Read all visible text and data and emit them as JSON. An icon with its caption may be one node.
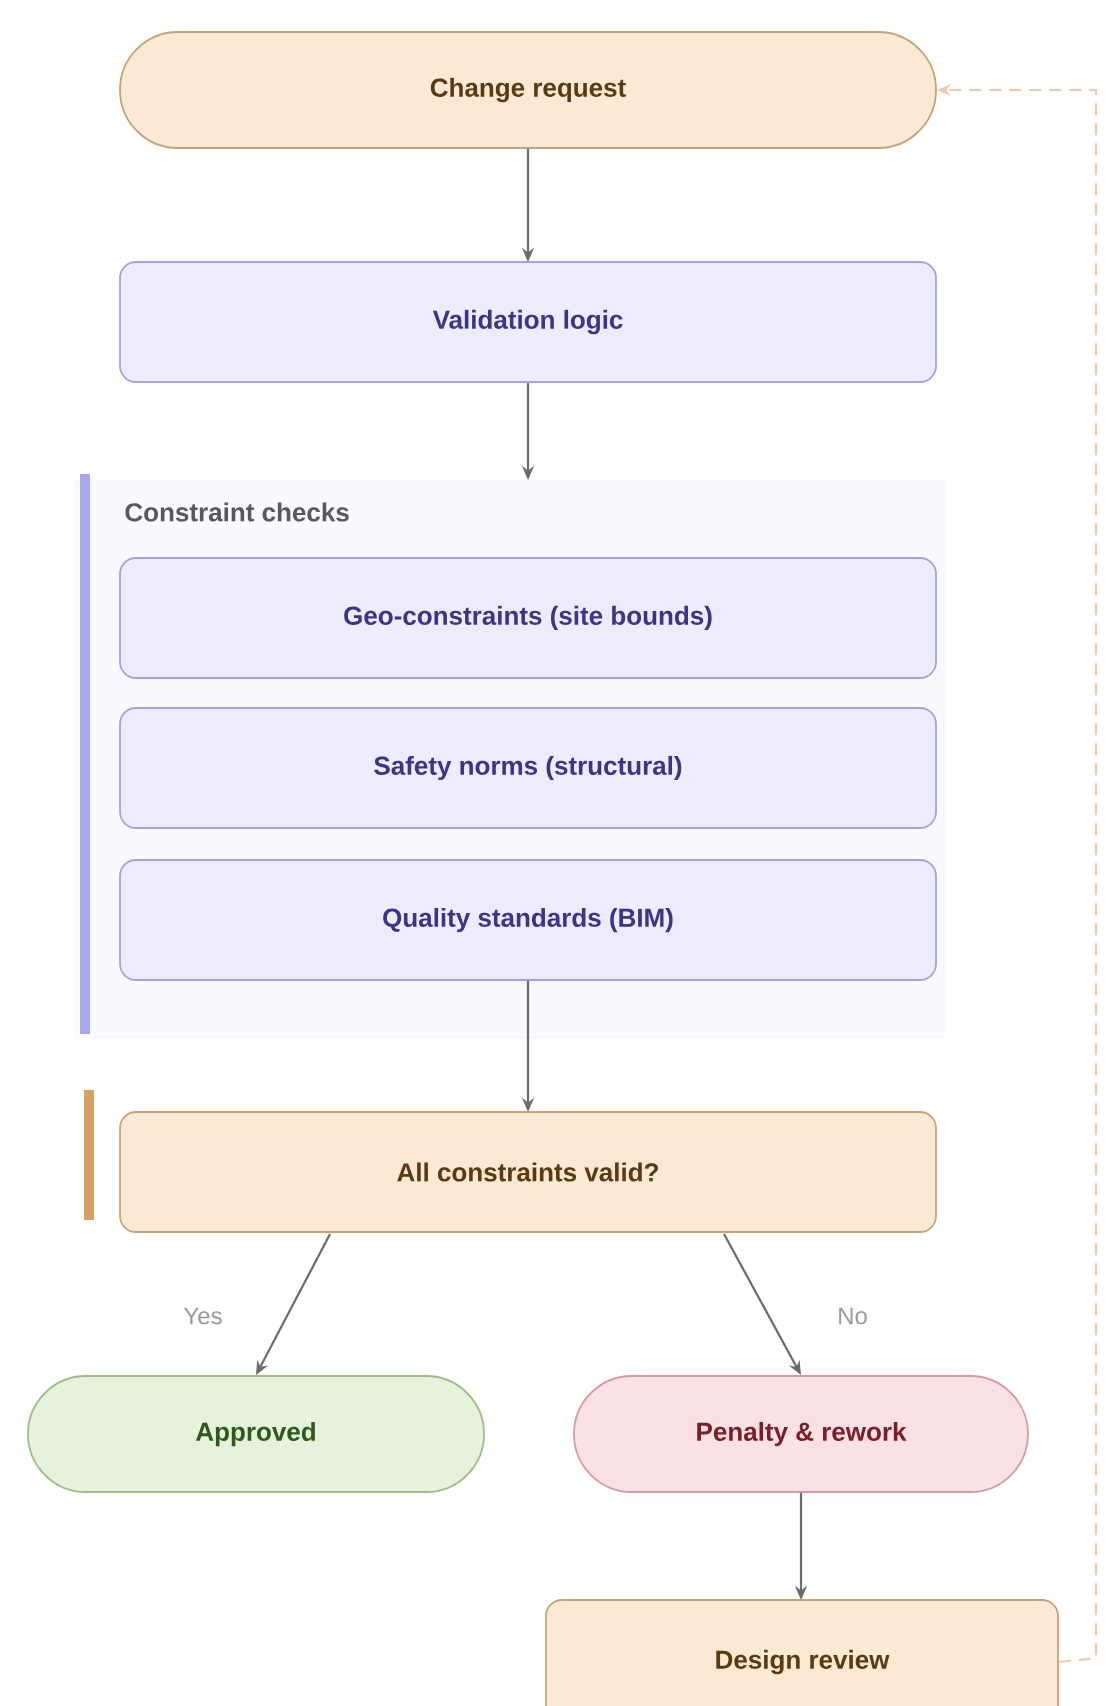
{
  "diagram": {
    "nodes": [
      {
        "text": [
          "Change request"
        ]
      },
      {
        "text": [
          "Validation logic"
        ]
      },
      {
        "text": [
          "Constraint checks"
        ]
      },
      {
        "text": [
          "Geo-constraints (site bounds)"
        ],
        "in": 2
      },
      {
        "text": [
          "Safety norms (structural)"
        ],
        "in": 2
      },
      {
        "text": [
          "Quality standards (BIM)"
        ],
        "in": 2
      },
      {
        "text": [
          "All constraints valid?"
        ]
      },
      {
        "text": [
          "Approved"
        ]
      },
      {
        "text": [
          "Penalty & rework"
        ]
      },
      {
        "text": [
          "Design review"
        ]
      }
    ],
    "edges": [
      {
        "from": 0,
        "to": 1,
        "arrow": "to"
      },
      {
        "from": 1,
        "to": 2,
        "arrow": "to"
      },
      {
        "from": 5,
        "to": 6,
        "arrow": "to"
      },
      {
        "from": 6,
        "to": 7,
        "arrow": "to",
        "label": "Yes"
      },
      {
        "from": 6,
        "to": 8,
        "arrow": "to",
        "label": "No"
      },
      {
        "from": 8,
        "to": 9,
        "arrow": "to"
      },
      {
        "from": 9,
        "to": 0,
        "arrow": "to",
        "style": "dashed",
        "color": "#f5c9a6"
      }
    ]
  }
}
